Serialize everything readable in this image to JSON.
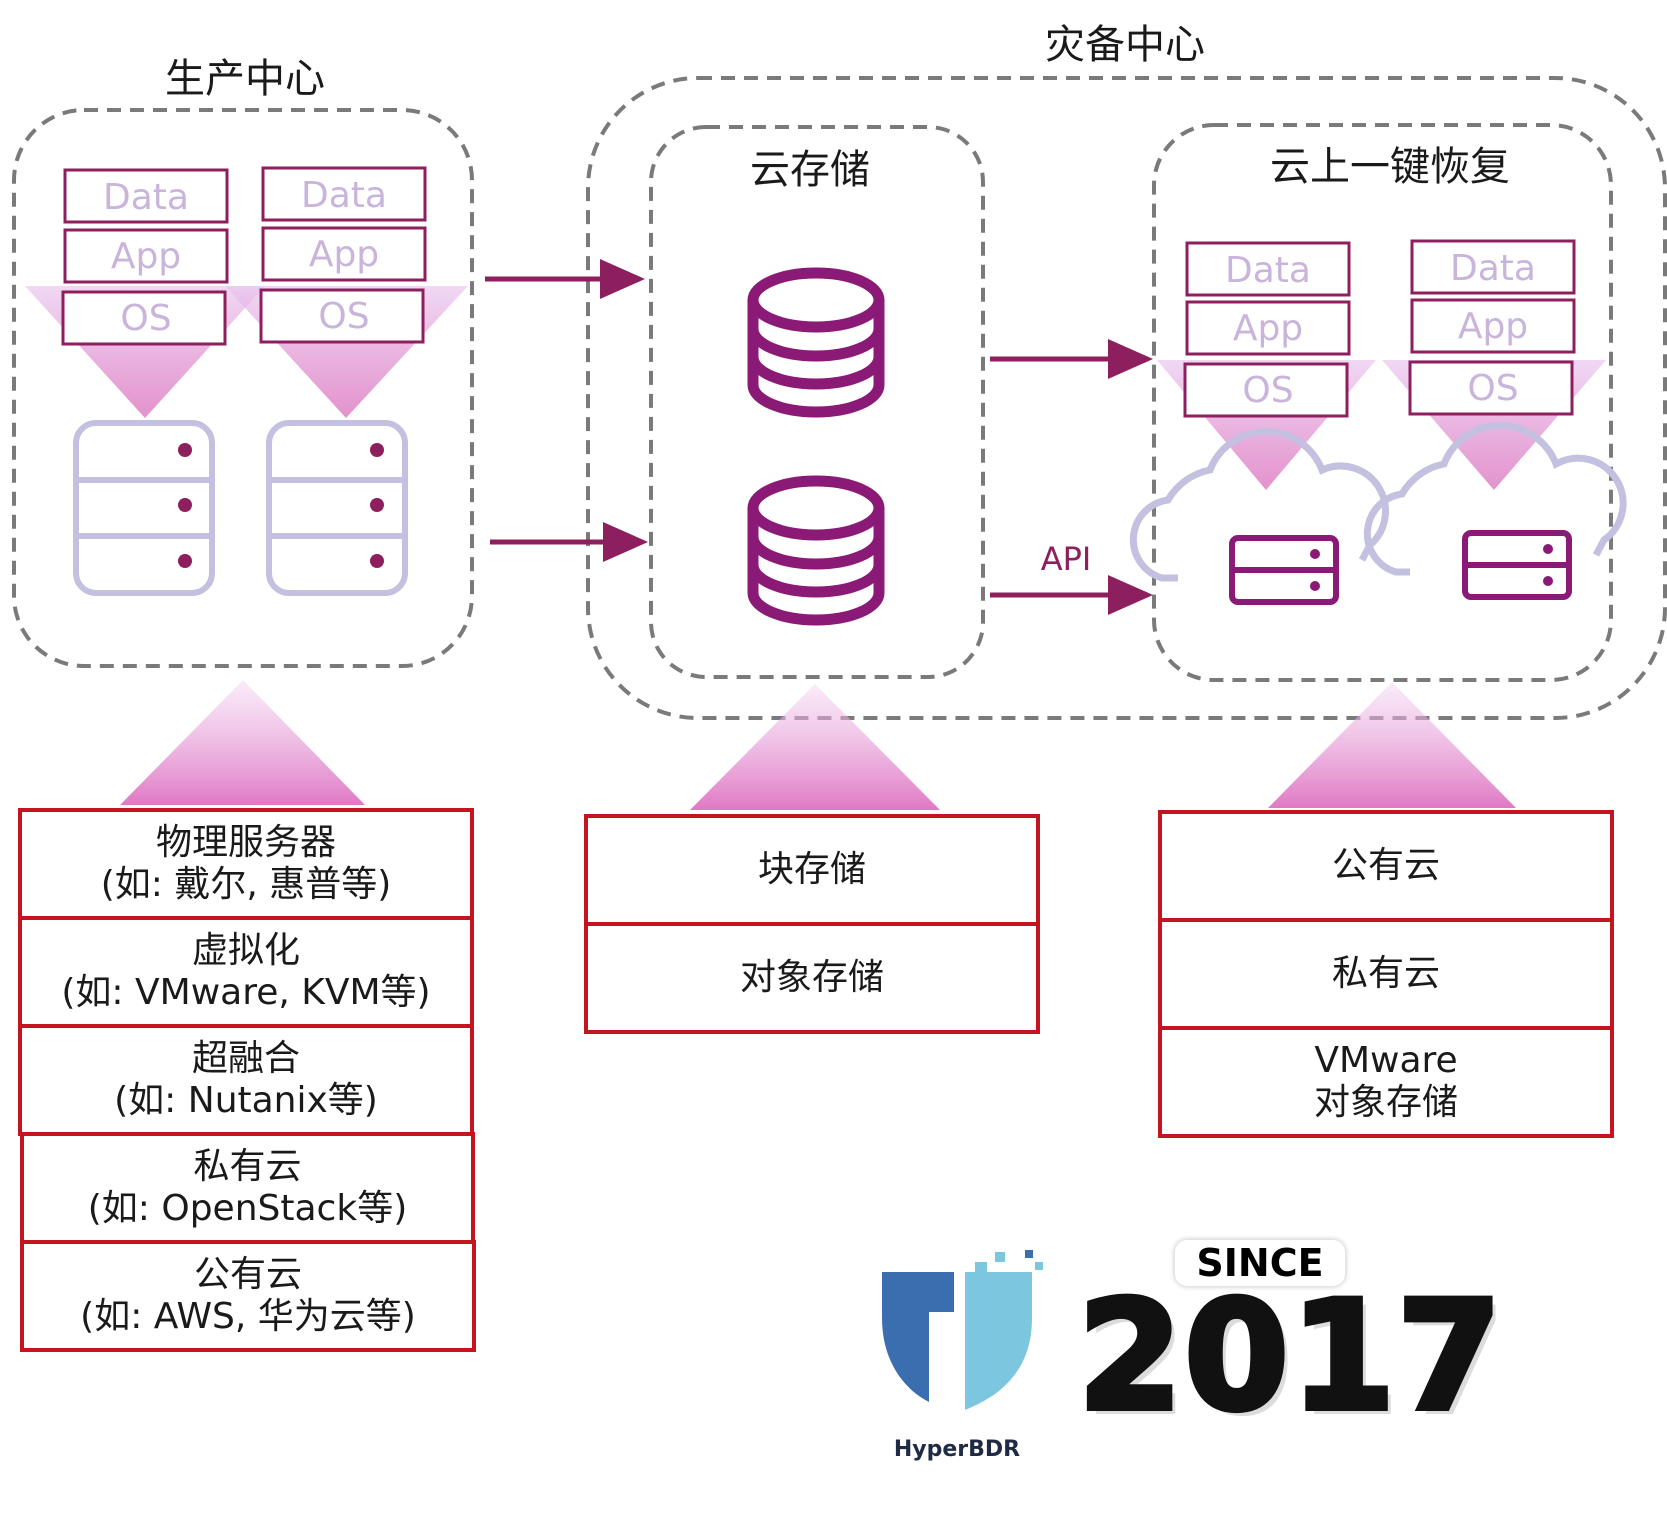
{
  "production_center": {
    "title": "生产中心",
    "servers": [
      {
        "layers": [
          "Data",
          "App",
          "OS"
        ]
      },
      {
        "layers": [
          "Data",
          "App",
          "OS"
        ]
      }
    ],
    "sources": [
      {
        "line1": "物理服务器",
        "line2": "(如: 戴尔, 惠普等)"
      },
      {
        "line1": "虚拟化",
        "line2": "(如: VMware, KVM等)"
      },
      {
        "line1": "超融合",
        "line2": "(如: Nutanix等)"
      },
      {
        "line1": "私有云",
        "line2": "(如: OpenStack等)"
      },
      {
        "line1": "公有云",
        "line2": "(如: AWS, 华为云等)"
      }
    ]
  },
  "dr_center": {
    "title": "灾备中心",
    "cloud_storage": {
      "title": "云存储",
      "types": [
        "块存储",
        "对象存储"
      ]
    },
    "one_click_recovery": {
      "title": "云上一键恢复",
      "vms": [
        {
          "layers": [
            "Data",
            "App",
            "OS"
          ]
        },
        {
          "layers": [
            "Data",
            "App",
            "OS"
          ]
        }
      ],
      "targets": [
        {
          "line1": "公有云",
          "line2": ""
        },
        {
          "line1": "私有云",
          "line2": ""
        },
        {
          "line1": "VMware",
          "line2": "对象存储"
        }
      ]
    },
    "api_label": "API"
  },
  "branding": {
    "logo_name": "HyperBDR",
    "since_label": "SINCE",
    "year": "2017"
  },
  "colors": {
    "accent": "#8e1f5e",
    "layer_border": "#8e1f5e",
    "layer_text": "#c9b4dc",
    "server_outline": "#c3c0e0",
    "dashed_border": "#7a7a7a",
    "red_box_border": "#c41420",
    "logo_dark_blue": "#3b6eaf",
    "logo_light_blue": "#7cc6e0"
  }
}
